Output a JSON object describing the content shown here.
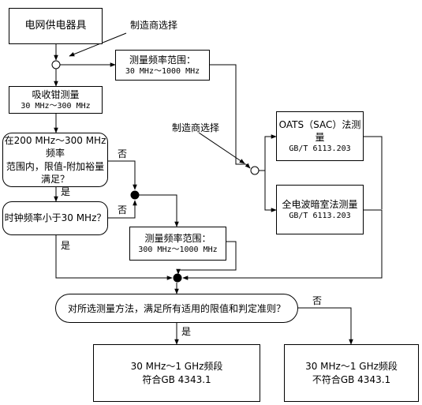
{
  "boxes": {
    "equipment": "电网供电器具",
    "range_full_line1": "测量频率范围：",
    "range_full_line2": "30 MHz～1000 MHz",
    "clamp_line1": "吸收钳测量",
    "clamp_line2": "30 MHz～300 MHz",
    "dec_margin_line1": "在200 MHz～300 MHz频率",
    "dec_margin_line2": "范围内，限值-附加裕量",
    "dec_margin_line3": "满足？",
    "dec_clock": "时钟频率小于30 MHz？",
    "range_high_line1": "测量频率范围：",
    "range_high_line2": "300 MHz～1000 MHz",
    "oats_line1": "OATS（SAC）法测量",
    "oats_line2": "GB/T 6113.203",
    "far_line1": "全电波暗室法测量",
    "far_line2": "GB/T 6113.203",
    "dec_final": "对所选测量方法，满足所有适用的限值和判定准则？",
    "pass_line1": "30 MHz～1 GHz频段",
    "pass_line2": "符合GB 4343.1",
    "fail_line1": "30 MHz～1 GHz频段",
    "fail_line2": "不符合GB 4343.1"
  },
  "labels": {
    "manufacturer_choice_1": "制造商选择",
    "manufacturer_choice_2": "制造商选择",
    "no_margin": "否",
    "yes_margin": "是",
    "no_clock": "否",
    "yes_clock": "是",
    "no_final": "否",
    "yes_final": "是"
  }
}
